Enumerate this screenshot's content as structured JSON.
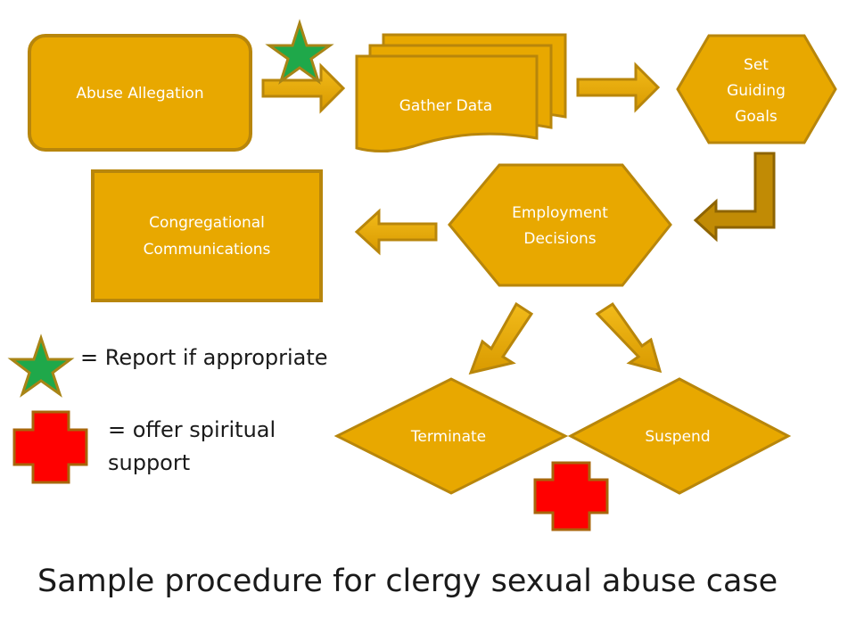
{
  "colors": {
    "node_fill": "#E8A800",
    "node_stroke": "#B8860B",
    "arrow_fill": "#E8A800",
    "arrow_dark": "#B8860B",
    "star_fill": "#1FA84A",
    "star_stroke": "#A88416",
    "cross_fill": "#FF0000",
    "cross_stroke": "#A8660B",
    "label_text": "#FFFFFF"
  },
  "nodes": {
    "abuse_allegation": "Abuse Allegation",
    "gather_data": "Gather Data",
    "set_goals_line1": "Set",
    "set_goals_line2": "Guiding",
    "set_goals_line3": "Goals",
    "congregational_line1": "Congregational",
    "congregational_line2": "Communications",
    "employment_line1": "Employment",
    "employment_line2": "Decisions",
    "terminate": "Terminate",
    "suspend": "Suspend"
  },
  "legend": {
    "star_label": "= Report if appropriate",
    "cross_label_line1": "= offer spiritual",
    "cross_label_line2": "support"
  },
  "caption": "Sample procedure for clergy sexual abuse case"
}
